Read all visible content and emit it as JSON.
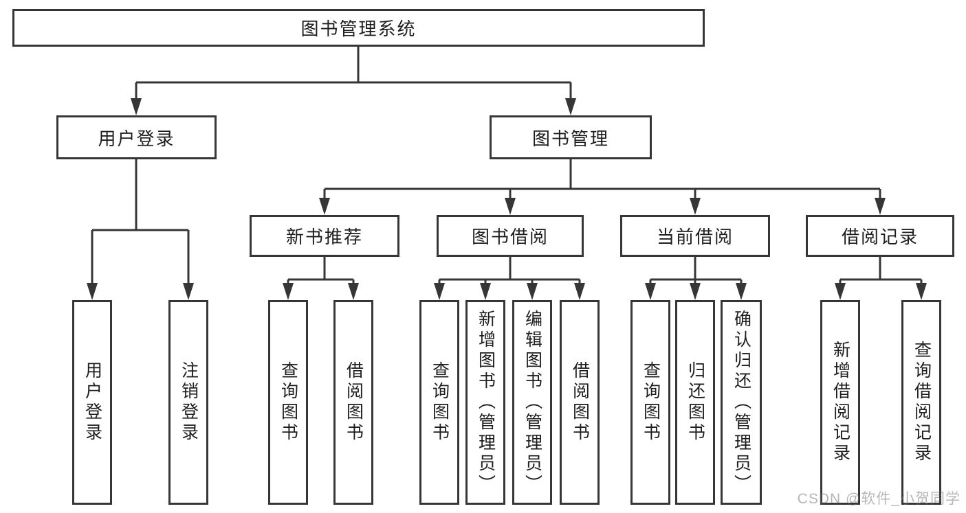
{
  "colors": {
    "line": "#363636",
    "box_border": "#363636",
    "box_fill": "#ffffff",
    "text": "#1e1e1e",
    "watermark": "#9a9a9a",
    "background": "#ffffff"
  },
  "watermark": {
    "text": "CSDN @软件_小贺同学"
  },
  "tree": {
    "root": {
      "label": "图书管理系统"
    },
    "branches": [
      {
        "label": "用户登录",
        "children": [
          {
            "label": "用户登录"
          },
          {
            "label": "注销登录"
          }
        ]
      },
      {
        "label": "图书管理",
        "children": [
          {
            "label": "新书推荐",
            "children": [
              {
                "label": "查询图书"
              },
              {
                "label": "借阅图书"
              }
            ]
          },
          {
            "label": "图书借阅",
            "children": [
              {
                "label": "查询图书"
              },
              {
                "label": "新增图书（管理员）"
              },
              {
                "label": "编辑图书（管理员）"
              },
              {
                "label": "借阅图书"
              }
            ]
          },
          {
            "label": "当前借阅",
            "children": [
              {
                "label": "查询图书"
              },
              {
                "label": "归还图书"
              },
              {
                "label": "确认归还（管理员）"
              }
            ]
          },
          {
            "label": "借阅记录",
            "children": [
              {
                "label": "新增借阅记录"
              },
              {
                "label": "查询借阅记录"
              }
            ]
          }
        ]
      }
    ]
  }
}
